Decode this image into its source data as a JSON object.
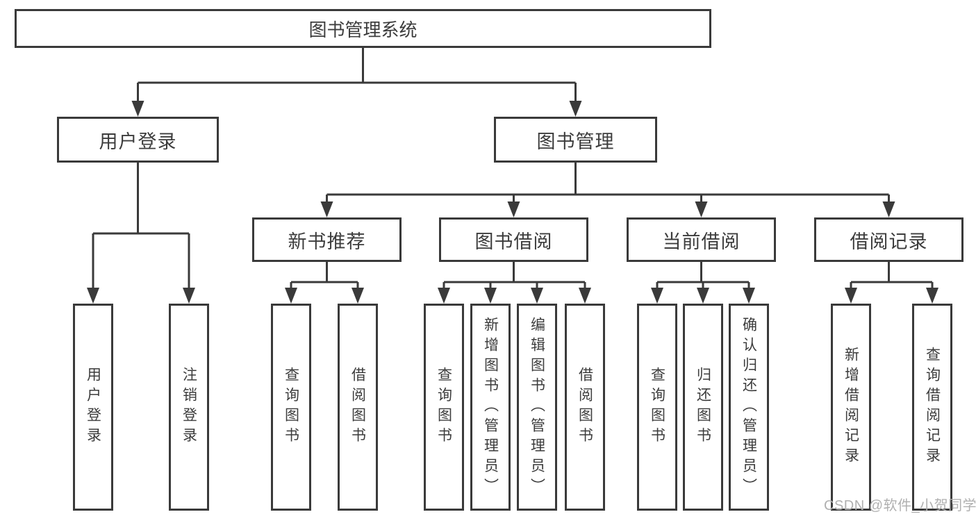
{
  "diagram": {
    "root": {
      "label": "图书管理系统"
    },
    "level2": {
      "user_login": {
        "label": "用户登录"
      },
      "book_management": {
        "label": "图书管理"
      }
    },
    "level3": {
      "new_book_recommend": {
        "label": "新书推荐"
      },
      "book_borrow": {
        "label": "图书借阅"
      },
      "current_borrow": {
        "label": "当前借阅"
      },
      "borrow_record": {
        "label": "借阅记录"
      }
    },
    "leaves": {
      "user_login_login": {
        "label": "用户登录"
      },
      "user_login_logout": {
        "label": "注销登录"
      },
      "recommend_query": {
        "label": "查询图书"
      },
      "recommend_borrow": {
        "label": "借阅图书"
      },
      "borrow_query": {
        "label": "查询图书"
      },
      "borrow_add": {
        "label": "新增图书（管理员）"
      },
      "borrow_edit": {
        "label": "编辑图书（管理员）"
      },
      "borrow_borrow": {
        "label": "借阅图书"
      },
      "current_query": {
        "label": "查询图书"
      },
      "current_return": {
        "label": "归还图书"
      },
      "current_confirm": {
        "label": "确认归还（管理员）"
      },
      "record_add": {
        "label": "新增借阅记录"
      },
      "record_query": {
        "label": "查询借阅记录"
      }
    },
    "watermark": "CSDN @软件_小贺同学",
    "colors": {
      "line": "#3a3a3a",
      "text": "#3c3c3c",
      "watermark": "#b0b0b0",
      "background": "#ffffff"
    }
  }
}
